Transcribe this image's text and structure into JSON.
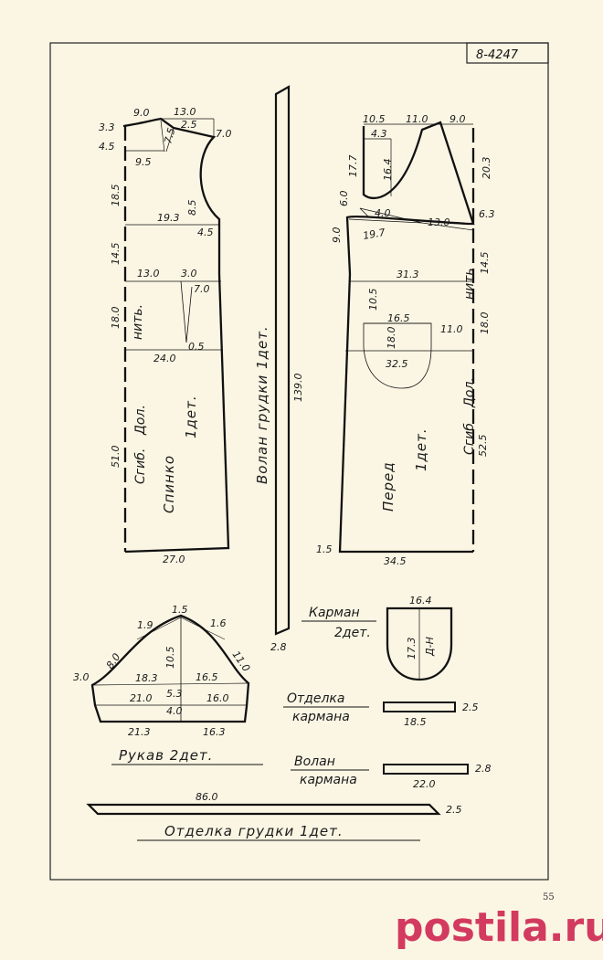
{
  "sheet_code": "8-4247",
  "page_number": "55",
  "watermark": "postila.ru",
  "back": {
    "title": "Спинко",
    "count": "1дет.",
    "fold": "Сгиб.",
    "grain": "Дол.",
    "grain2": "нить.",
    "m": [
      "9.0",
      "13.0",
      "3.3",
      "2.5",
      "7.0",
      "4.5",
      "7.5",
      "9.5",
      "18.5",
      "8.5",
      "19.3",
      "4.5",
      "14.5",
      "13.0",
      "3.0",
      "7.0",
      "18.0",
      "0.5",
      "24.0",
      "51.0",
      "27.0"
    ]
  },
  "front": {
    "title": "Перед",
    "count": "1дет.",
    "fold": "Сгиб",
    "grain": "Дол.",
    "grain2": "нить",
    "m": [
      "10.5",
      "11.0",
      "9.0",
      "4.3",
      "17.7",
      "16.4",
      "20.3",
      "6.0",
      "4.0",
      "6.3",
      "9.0",
      "19.7",
      "13.0",
      "14.5",
      "31.3",
      "10.5",
      "16.5",
      "18.0",
      "11.0",
      "18.0",
      "32.5",
      "52.5",
      "1.5",
      "34.5"
    ]
  },
  "volan_grudki": {
    "label": "Волан грудки 1дет.",
    "m": [
      "139.0",
      "2.8"
    ]
  },
  "sleeve": {
    "label": "Рукав 2дет.",
    "m": [
      "1.5",
      "1.9",
      "1.6",
      "8.0",
      "10.5",
      "11.0",
      "3.0",
      "18.3",
      "16.5",
      "21.0",
      "5.3",
      "16.0",
      "4.0",
      "21.3",
      "16.3"
    ]
  },
  "pocket": {
    "label1": "Карман",
    "label2": "2дет.",
    "inner": "Д-Н",
    "m": [
      "16.4",
      "17.3"
    ]
  },
  "otdelka_karmana": {
    "label1": "Отделка",
    "label2": "кармана",
    "m": [
      "2.5",
      "18.5"
    ]
  },
  "volan_karmana": {
    "label1": "Волан",
    "label2": "кармана",
    "m": [
      "2.8",
      "22.0"
    ]
  },
  "otdelka_grudki": {
    "label": "Отделка грудки 1дет.",
    "m": [
      "86.0",
      "2.5"
    ]
  }
}
